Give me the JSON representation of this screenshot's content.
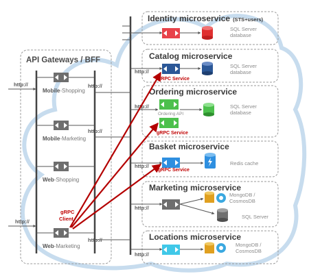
{
  "api_gateways": {
    "title": "API Gateways / BFF",
    "gateways": [
      {
        "bold": "Mobile",
        "rest": "-Shopping"
      },
      {
        "bold": "Mobile",
        "rest": "-Marketing"
      },
      {
        "bold": "Web",
        "rest": "-Shopping"
      },
      {
        "bold": "Web",
        "rest": "-Marketing"
      }
    ],
    "grpc_client_line1": "gRPC",
    "grpc_client_line2": "Client"
  },
  "http_label": "http://",
  "grpc_service_label": "gRPC Service",
  "ordering_api_label": "Ordering API",
  "microservices": [
    {
      "title": "Identity microservice",
      "suffix": "(STS+users)",
      "db_line1": "SQL Server",
      "db_line2": "database"
    },
    {
      "title": "Catalog microservice",
      "suffix": "",
      "db_line1": "SQL Server",
      "db_line2": "database"
    },
    {
      "title": "Ordering microservice",
      "suffix": "",
      "db_line1": "SQL Server",
      "db_line2": "database"
    },
    {
      "title": "Basket microservice",
      "suffix": "",
      "db_line1": "Redis cache",
      "db_line2": ""
    },
    {
      "title": "Marketing microservice",
      "suffix": "",
      "db_line1": "MongoDB /",
      "db_line2": "CosmosDB",
      "db2_line1": "SQL Server"
    },
    {
      "title": "Locations microservice",
      "suffix": "",
      "db_line1": "MongoDB /",
      "db_line2": "CosmosDB"
    }
  ],
  "colors": {
    "grpc_arrow": "#b40000",
    "cloud_outline": "#b9d3ea",
    "identity_api": "#e8424a",
    "catalog_api": "#2b5797",
    "ordering_api": "#4cc04c",
    "basket_api": "#2e8fe0",
    "marketing_api": "#6e6e6e",
    "locations_api": "#40c8e8",
    "gateway_api": "#6e6e6e"
  }
}
